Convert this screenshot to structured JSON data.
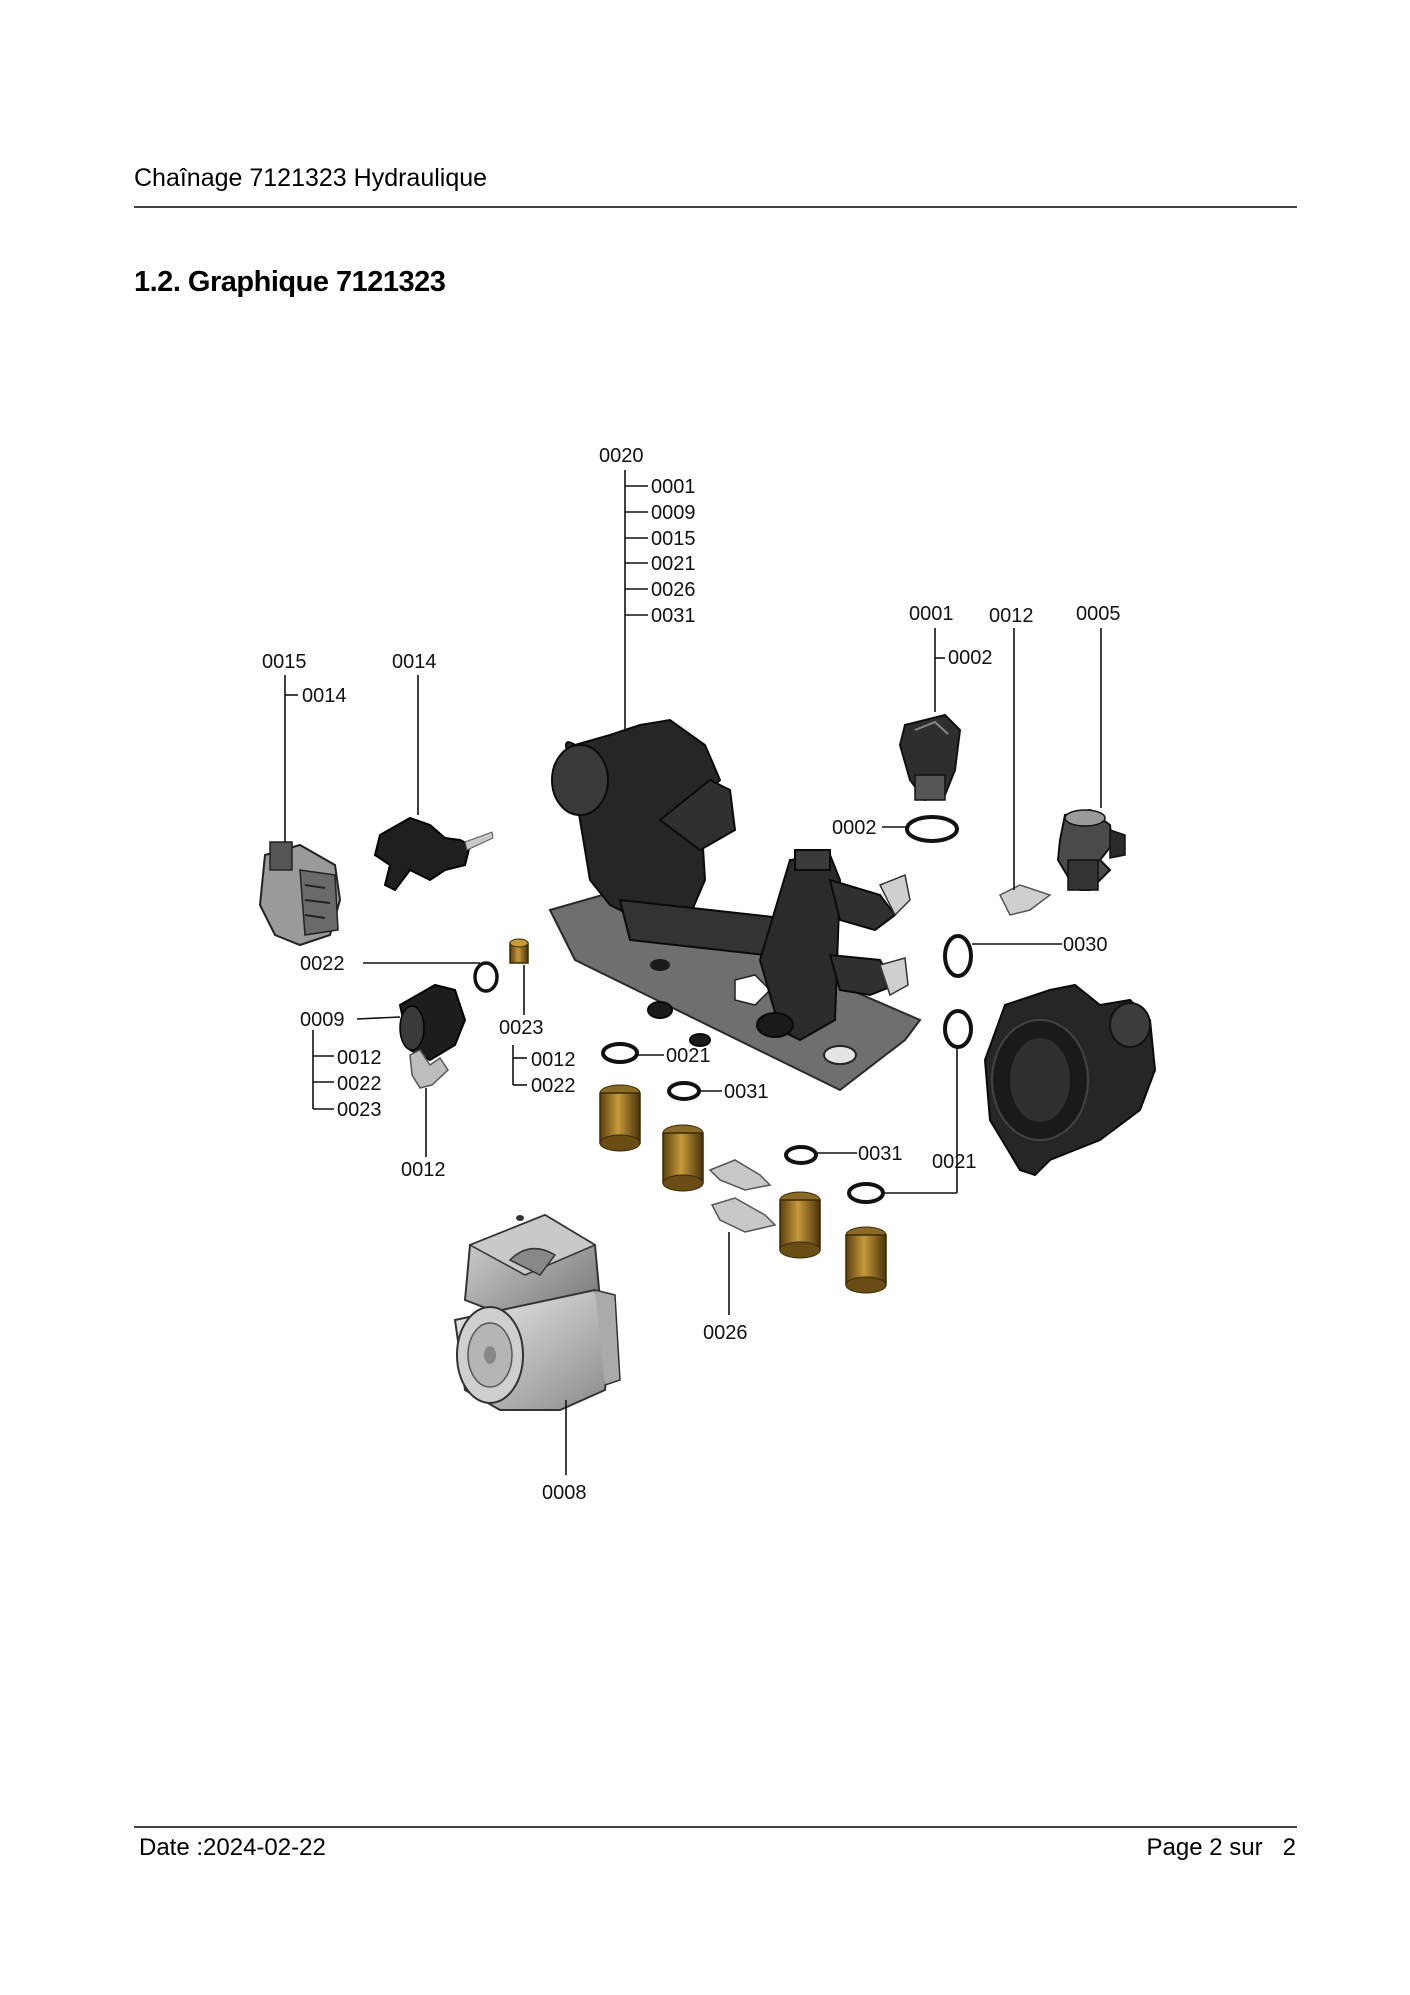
{
  "header": {
    "title": "Chaînage 7121323 Hydraulique"
  },
  "section": {
    "title": "1.2. Graphique 7121323"
  },
  "diagram": {
    "labels": {
      "l0020": "0020",
      "l0020_0001": "0001",
      "l0020_0009": "0009",
      "l0020_0015": "0015",
      "l0020_0021": "0021",
      "l0020_0026": "0026",
      "l0020_0031": "0031",
      "l0001": "0001",
      "l0001_0002": "0002",
      "l0012_top": "0012",
      "l0005": "0005",
      "l0015": "0015",
      "l0015_0014": "0014",
      "l0014": "0014",
      "l0002": "0002",
      "l0030": "0030",
      "l0022": "0022",
      "l0009": "0009",
      "l0009_0012": "0012",
      "l0009_0022": "0022",
      "l0009_0023": "0023",
      "l0023": "0023",
      "l0023_0012": "0012",
      "l0023_0022": "0022",
      "l0021_center": "0021",
      "l0031_center": "0031",
      "l0031_right": "0031",
      "l0021_right": "0021",
      "l0012_bottom": "0012",
      "l0026": "0026",
      "l0008": "0008"
    }
  },
  "footer": {
    "date": "Date :2024-02-22",
    "page_prefix": "Page 2 sur",
    "page_total": "2"
  }
}
